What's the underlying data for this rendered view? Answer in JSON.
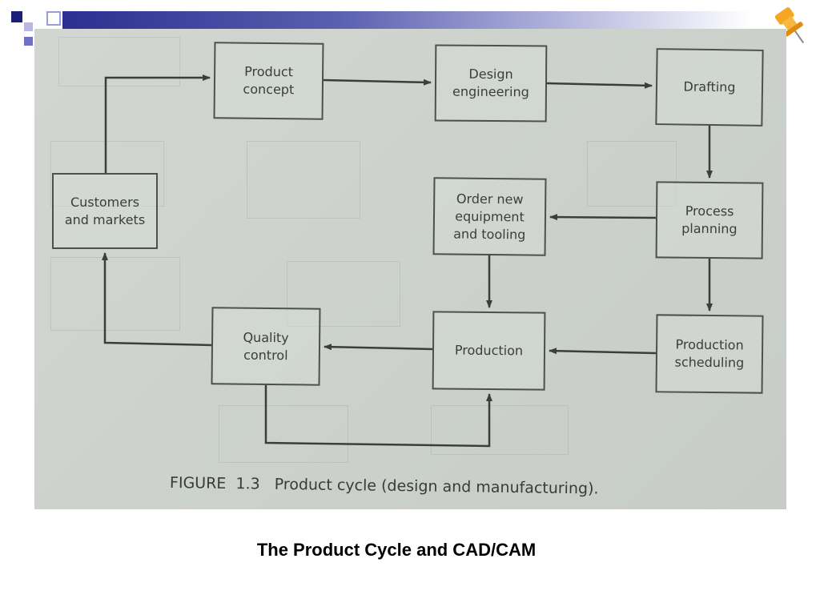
{
  "diagram": {
    "nodes": [
      {
        "id": "product-concept",
        "label": "Product\nconcept"
      },
      {
        "id": "design-engineering",
        "label": "Design\nengineering"
      },
      {
        "id": "drafting",
        "label": "Drafting"
      },
      {
        "id": "customers-and-markets",
        "label": "Customers\nand markets"
      },
      {
        "id": "order-new-equipment",
        "label": "Order new\nequipment\nand tooling"
      },
      {
        "id": "process-planning",
        "label": "Process\nplanning"
      },
      {
        "id": "quality-control",
        "label": "Quality\ncontrol"
      },
      {
        "id": "production",
        "label": "Production"
      },
      {
        "id": "production-scheduling",
        "label": "Production\nscheduling"
      }
    ],
    "edges": [
      {
        "from": "customers-and-markets",
        "to": "product-concept"
      },
      {
        "from": "product-concept",
        "to": "design-engineering"
      },
      {
        "from": "design-engineering",
        "to": "drafting"
      },
      {
        "from": "drafting",
        "to": "process-planning"
      },
      {
        "from": "process-planning",
        "to": "order-new-equipment"
      },
      {
        "from": "process-planning",
        "to": "production-scheduling"
      },
      {
        "from": "order-new-equipment",
        "to": "production"
      },
      {
        "from": "production-scheduling",
        "to": "production"
      },
      {
        "from": "production",
        "to": "quality-control"
      },
      {
        "from": "quality-control",
        "to": "production"
      },
      {
        "from": "quality-control",
        "to": "customers-and-markets"
      }
    ],
    "figure_caption": "FIGURE  1.3   Product cycle (design and manufacturing)."
  },
  "slide": {
    "title": "The Product Cycle and CAD/CAM"
  },
  "colors": {
    "template_bar": "#2b2f8f",
    "accent_icon": "#f5a623"
  },
  "icons": {
    "corner_icon": "pushpin-icon"
  }
}
